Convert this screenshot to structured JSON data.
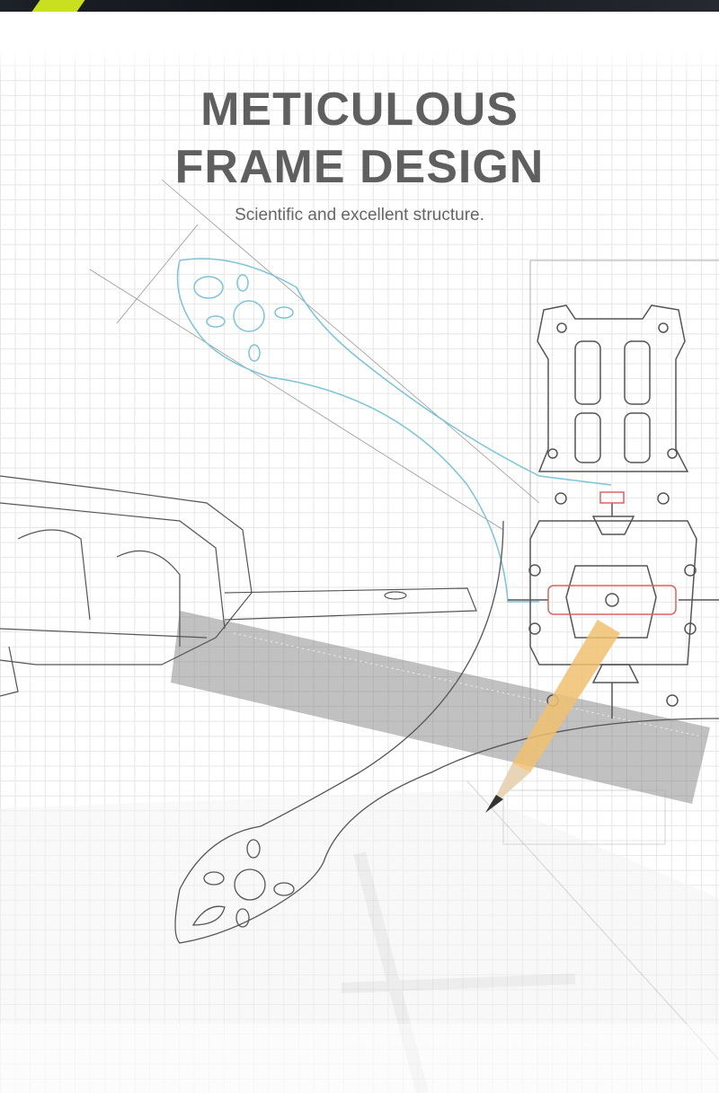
{
  "header": {
    "title_line1": "METICULOUS",
    "title_line2": "FRAME DESIGN",
    "subtitle": "Scientific and excellent structure."
  },
  "colors": {
    "title": "#5f5f5f",
    "grid": "#e6e6e6",
    "blueprint_blue": "#7cc4d8",
    "blueprint_red": "#e06060",
    "pencil": "#f0c070"
  }
}
